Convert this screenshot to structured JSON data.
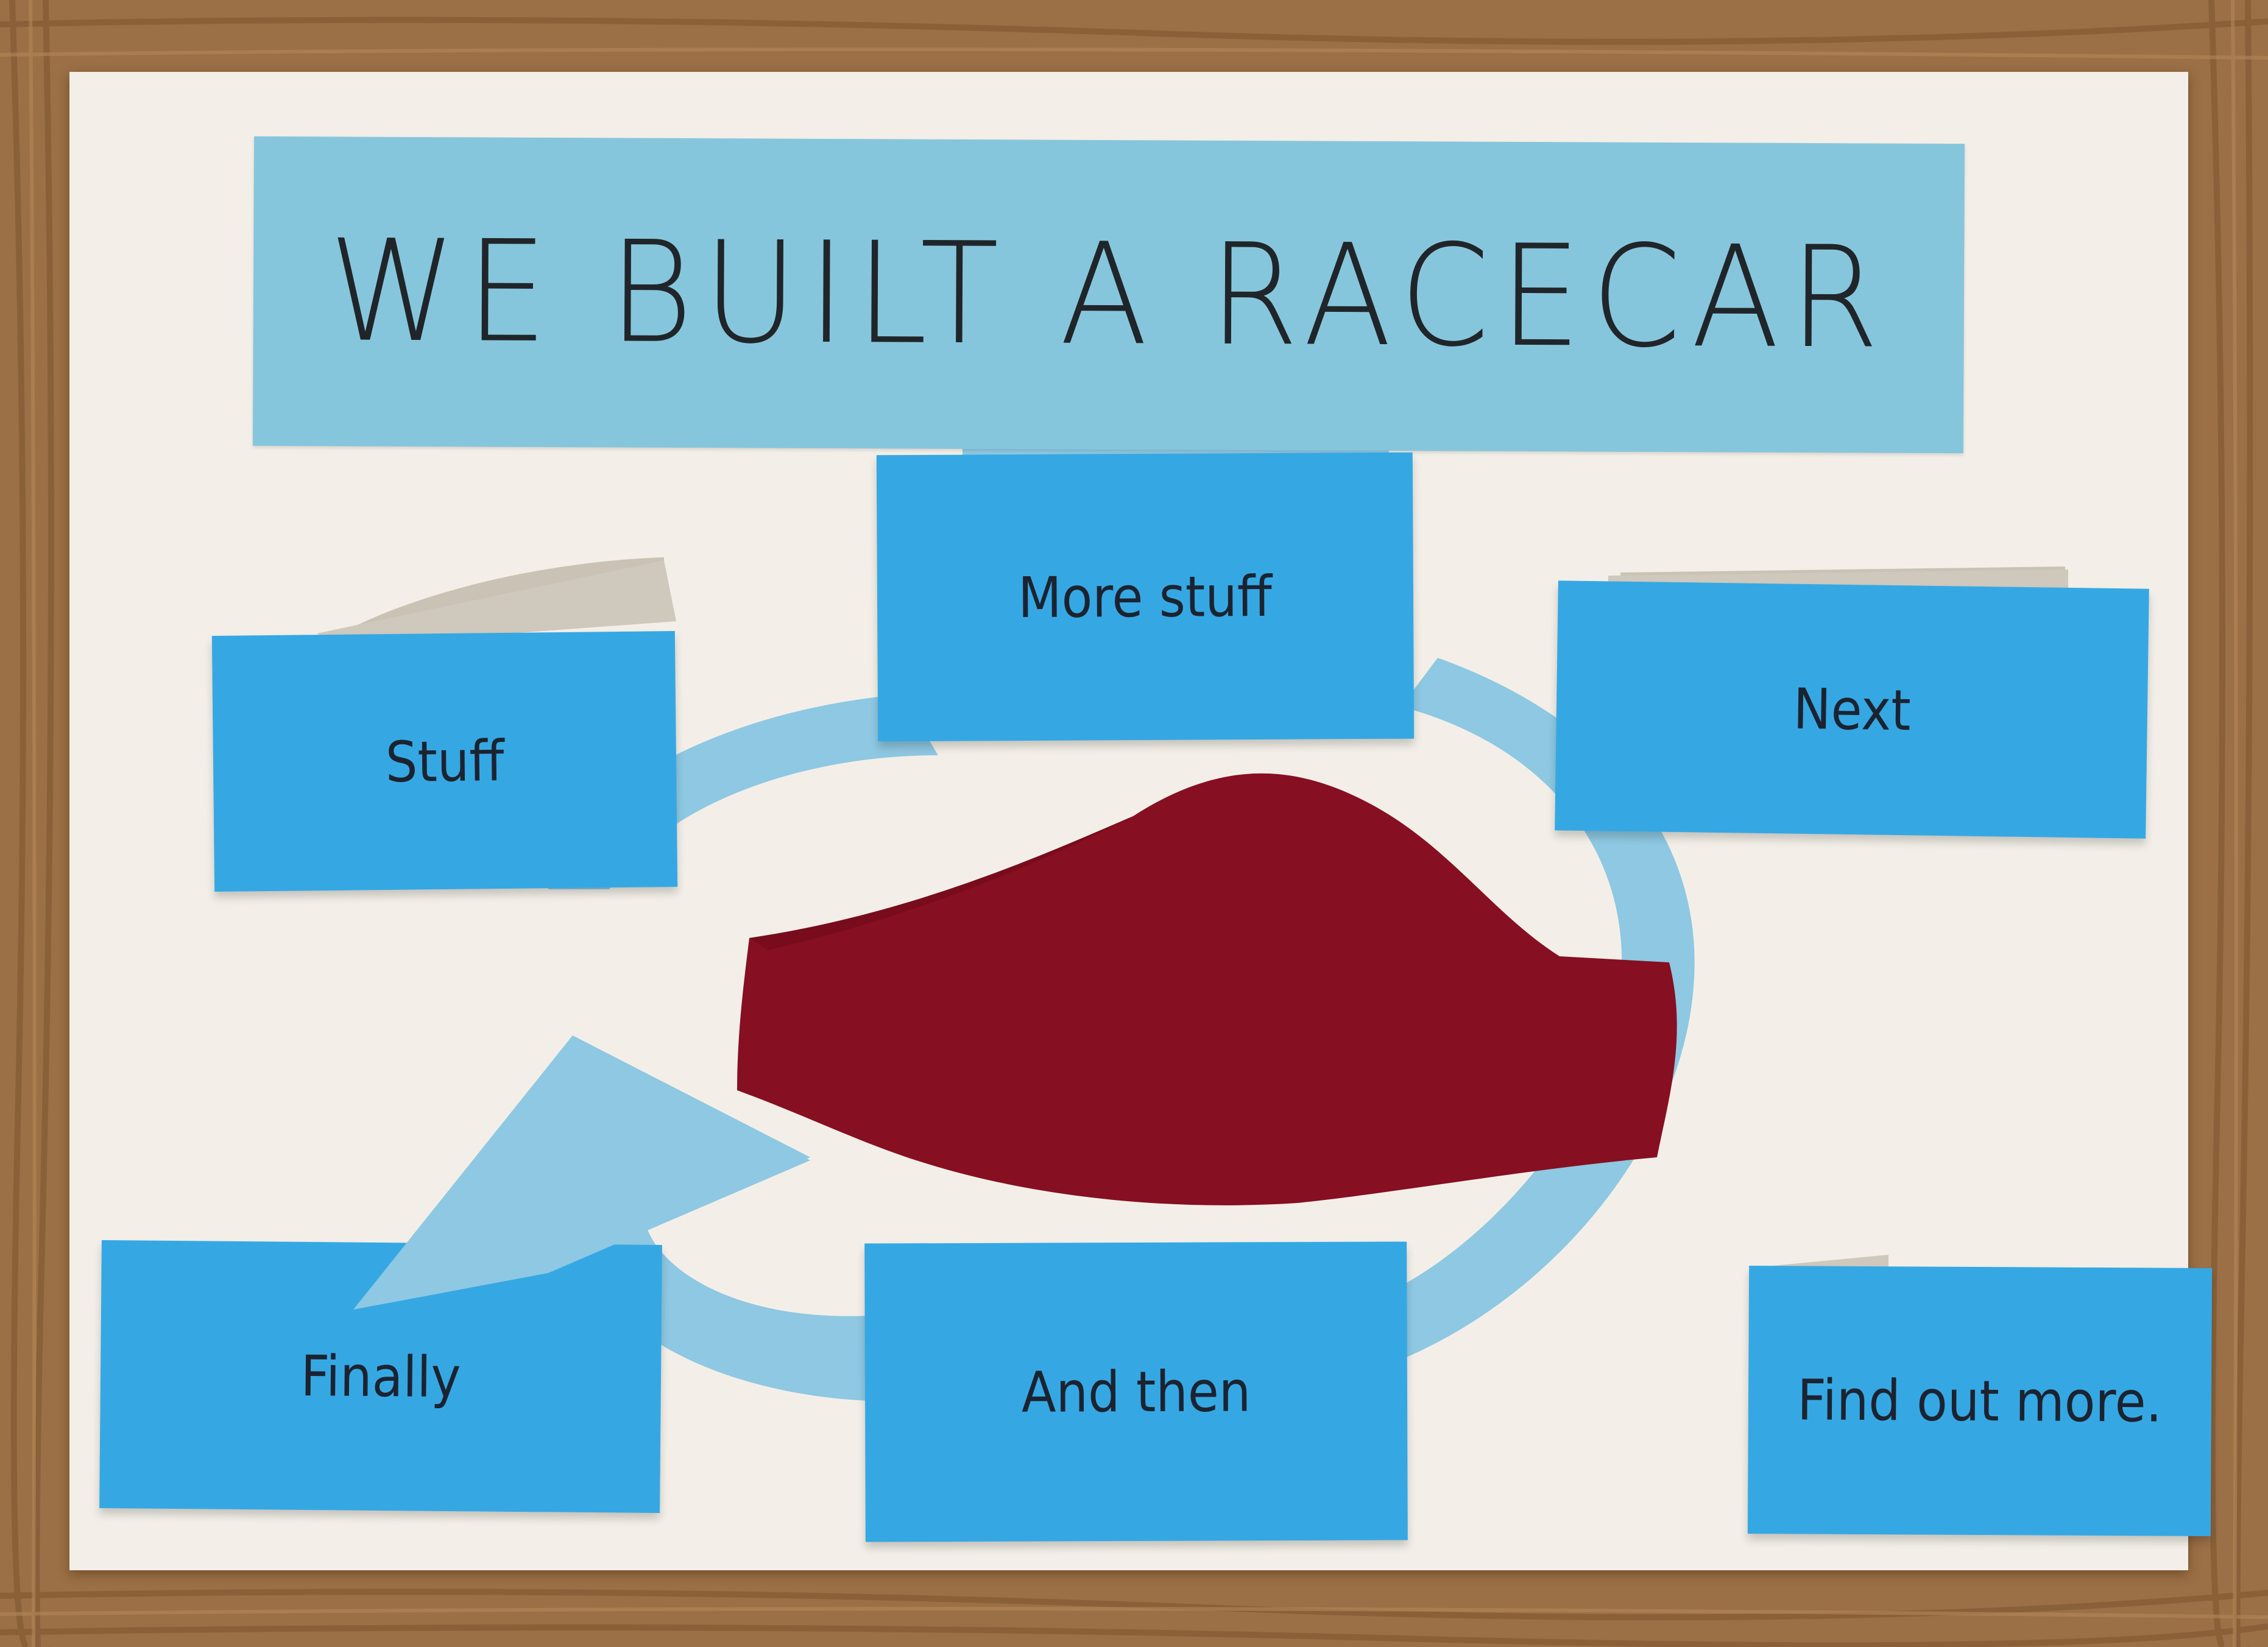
{
  "poster": {
    "title": "WE BUILT A RACECAR"
  },
  "notes": [
    {
      "id": "stuff",
      "label": "Stuff"
    },
    {
      "id": "more-stuff",
      "label": "More stuff"
    },
    {
      "id": "next",
      "label": "Next"
    },
    {
      "id": "and-then",
      "label": "And then"
    },
    {
      "id": "finally",
      "label": "Finally"
    },
    {
      "id": "find-out-more",
      "label": "Find out more."
    }
  ],
  "colors": {
    "wood": "#9a6e43",
    "paper": "#f3efe8",
    "title_strip": "#86c6dc",
    "sticky_note": "#35a8e4",
    "arrow": "#8ec8e2",
    "car_body": "#860f21",
    "ink": "#1c2330"
  }
}
